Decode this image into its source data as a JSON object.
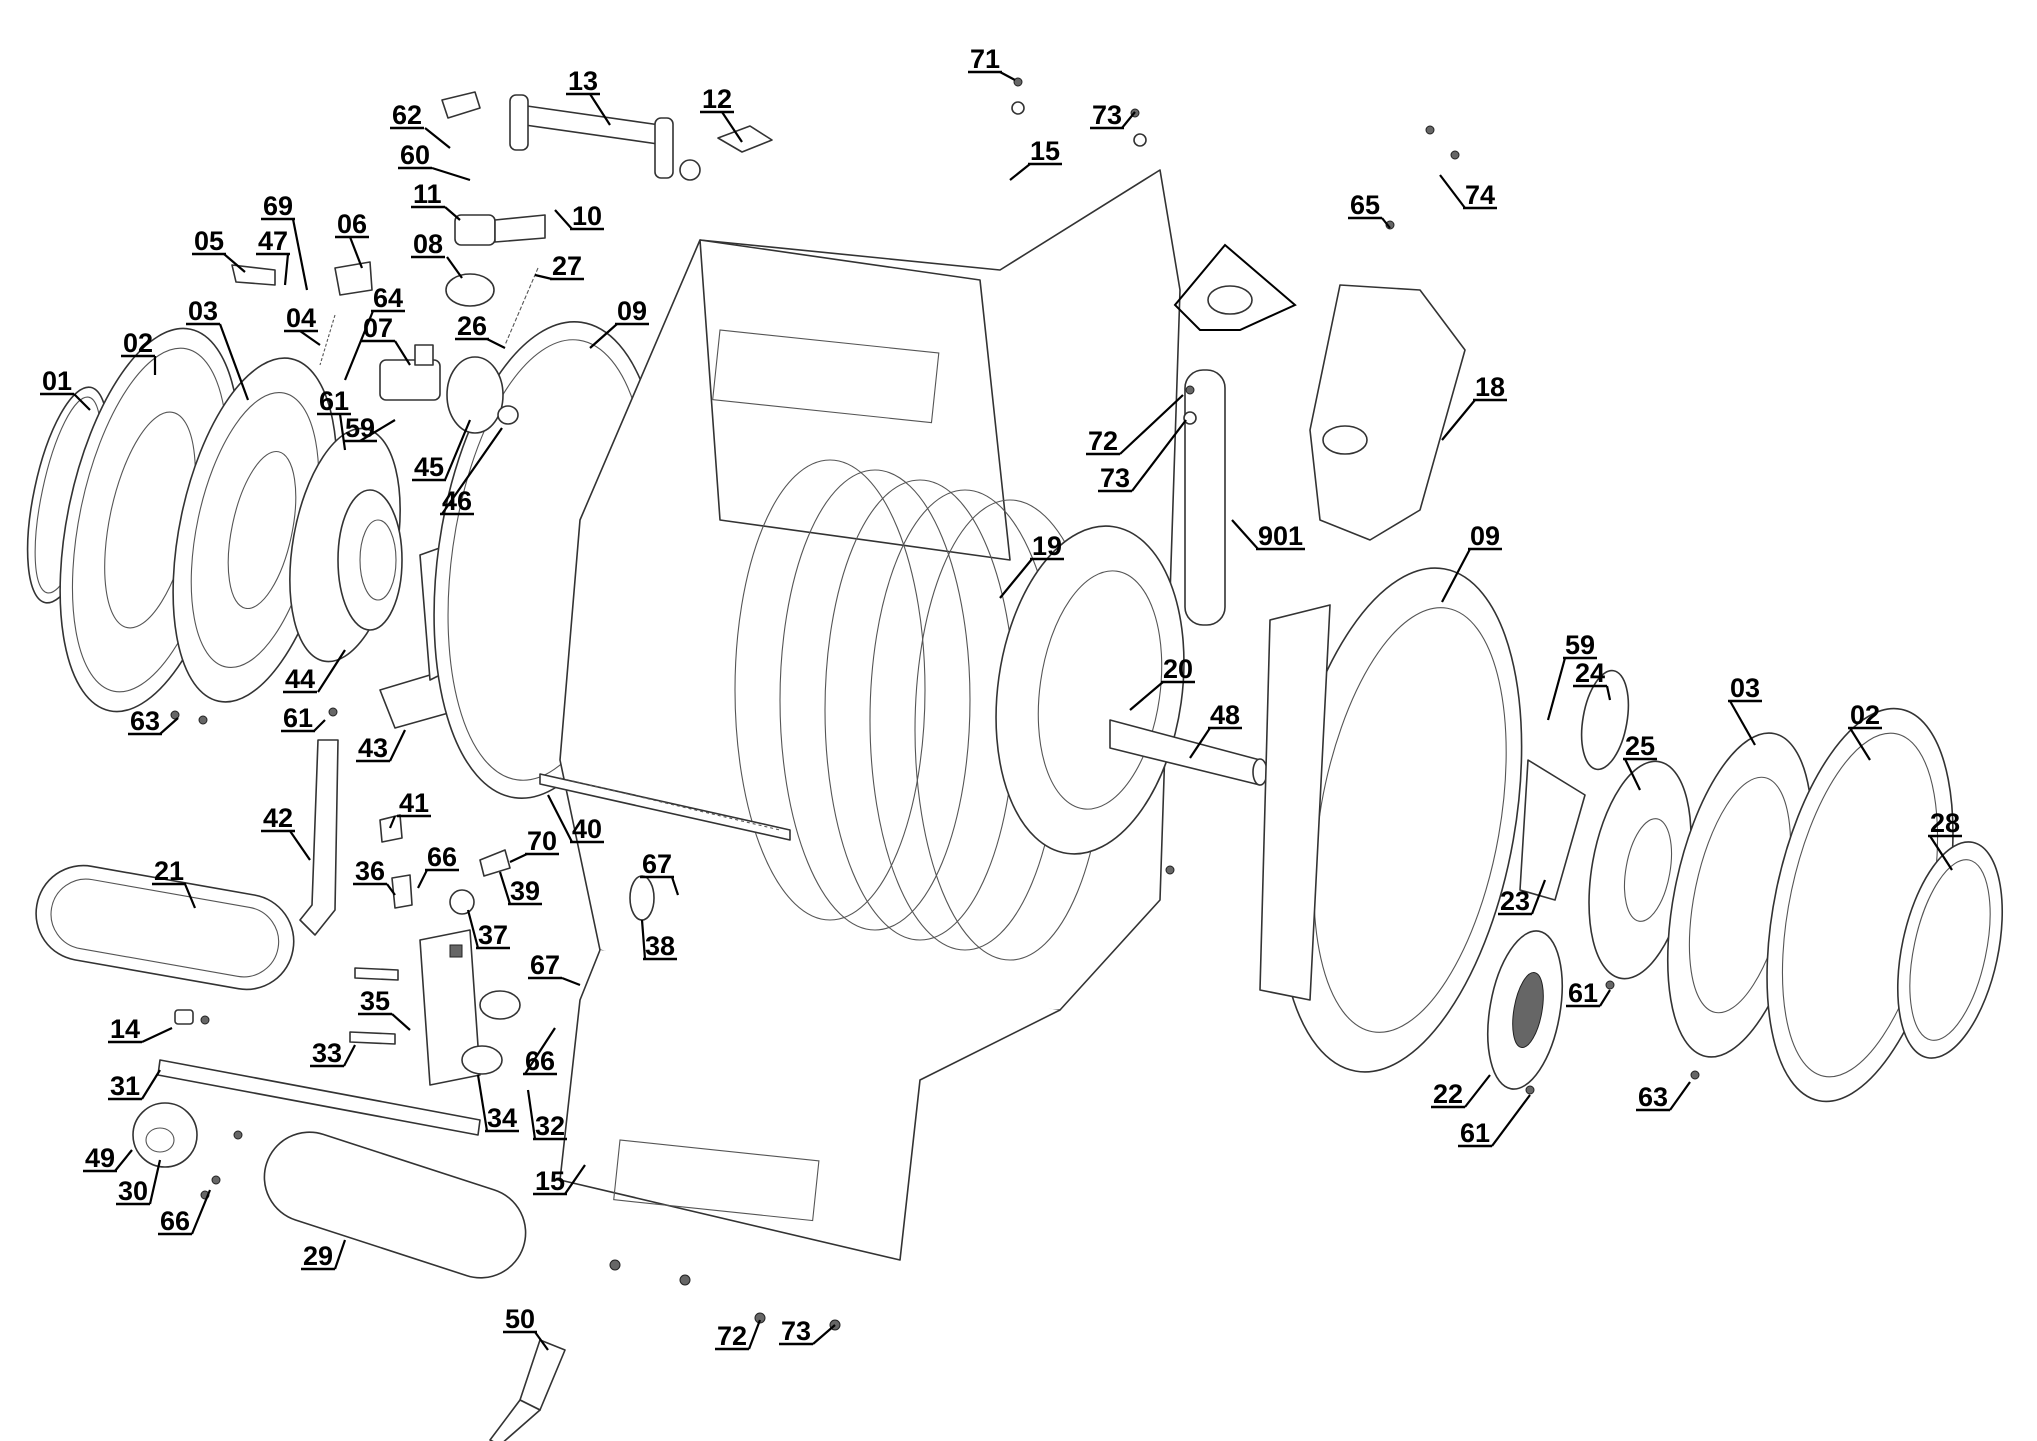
{
  "diagram": {
    "type": "exploded-parts-view",
    "callouts": [
      {
        "id": "c-71",
        "label": "71"
      },
      {
        "id": "c-73a",
        "label": "73"
      },
      {
        "id": "c-15a",
        "label": "15"
      },
      {
        "id": "c-62",
        "label": "62"
      },
      {
        "id": "c-13",
        "label": "13"
      },
      {
        "id": "c-12",
        "label": "12"
      },
      {
        "id": "c-60",
        "label": "60"
      },
      {
        "id": "c-11",
        "label": "11"
      },
      {
        "id": "c-10",
        "label": "10"
      },
      {
        "id": "c-69",
        "label": "69"
      },
      {
        "id": "c-05",
        "label": "05"
      },
      {
        "id": "c-47",
        "label": "47"
      },
      {
        "id": "c-06",
        "label": "06"
      },
      {
        "id": "c-08",
        "label": "08"
      },
      {
        "id": "c-27",
        "label": "27"
      },
      {
        "id": "c-03a",
        "label": "03"
      },
      {
        "id": "c-04",
        "label": "04"
      },
      {
        "id": "c-64",
        "label": "64"
      },
      {
        "id": "c-26",
        "label": "26"
      },
      {
        "id": "c-09a",
        "label": "09"
      },
      {
        "id": "c-02a",
        "label": "02"
      },
      {
        "id": "c-07",
        "label": "07"
      },
      {
        "id": "c-01",
        "label": "01"
      },
      {
        "id": "c-61a",
        "label": "61"
      },
      {
        "id": "c-59a",
        "label": "59"
      },
      {
        "id": "c-45",
        "label": "45"
      },
      {
        "id": "c-46",
        "label": "46"
      },
      {
        "id": "c-65",
        "label": "65"
      },
      {
        "id": "c-74",
        "label": "74"
      },
      {
        "id": "c-18",
        "label": "18"
      },
      {
        "id": "c-72a",
        "label": "72"
      },
      {
        "id": "c-73b",
        "label": "73"
      },
      {
        "id": "c-901",
        "label": "901"
      },
      {
        "id": "c-19",
        "label": "19"
      },
      {
        "id": "c-09b",
        "label": "09"
      },
      {
        "id": "c-44",
        "label": "44"
      },
      {
        "id": "c-63a",
        "label": "63"
      },
      {
        "id": "c-61b",
        "label": "61"
      },
      {
        "id": "c-43",
        "label": "43"
      },
      {
        "id": "c-20",
        "label": "20"
      },
      {
        "id": "c-48",
        "label": "48"
      },
      {
        "id": "c-59b",
        "label": "59"
      },
      {
        "id": "c-24",
        "label": "24"
      },
      {
        "id": "c-03b",
        "label": "03"
      },
      {
        "id": "c-02b",
        "label": "02"
      },
      {
        "id": "c-25",
        "label": "25"
      },
      {
        "id": "c-28",
        "label": "28"
      },
      {
        "id": "c-42",
        "label": "42"
      },
      {
        "id": "c-41",
        "label": "41"
      },
      {
        "id": "c-40",
        "label": "40"
      },
      {
        "id": "c-70",
        "label": "70"
      },
      {
        "id": "c-21",
        "label": "21"
      },
      {
        "id": "c-66a",
        "label": "66"
      },
      {
        "id": "c-36",
        "label": "36"
      },
      {
        "id": "c-39",
        "label": "39"
      },
      {
        "id": "c-67a",
        "label": "67"
      },
      {
        "id": "c-37",
        "label": "37"
      },
      {
        "id": "c-38",
        "label": "38"
      },
      {
        "id": "c-23",
        "label": "23"
      },
      {
        "id": "c-67b",
        "label": "67"
      },
      {
        "id": "c-35",
        "label": "35"
      },
      {
        "id": "c-14",
        "label": "14"
      },
      {
        "id": "c-33",
        "label": "33"
      },
      {
        "id": "c-66b",
        "label": "66"
      },
      {
        "id": "c-61c",
        "label": "61"
      },
      {
        "id": "c-31",
        "label": "31"
      },
      {
        "id": "c-22",
        "label": "22"
      },
      {
        "id": "c-63b",
        "label": "63"
      },
      {
        "id": "c-34",
        "label": "34"
      },
      {
        "id": "c-32",
        "label": "32"
      },
      {
        "id": "c-61d",
        "label": "61"
      },
      {
        "id": "c-49",
        "label": "49"
      },
      {
        "id": "c-30",
        "label": "30"
      },
      {
        "id": "c-15b",
        "label": "15"
      },
      {
        "id": "c-66c",
        "label": "66"
      },
      {
        "id": "c-29",
        "label": "29"
      },
      {
        "id": "c-50",
        "label": "50"
      },
      {
        "id": "c-72b",
        "label": "72"
      },
      {
        "id": "c-73c",
        "label": "73"
      }
    ]
  }
}
